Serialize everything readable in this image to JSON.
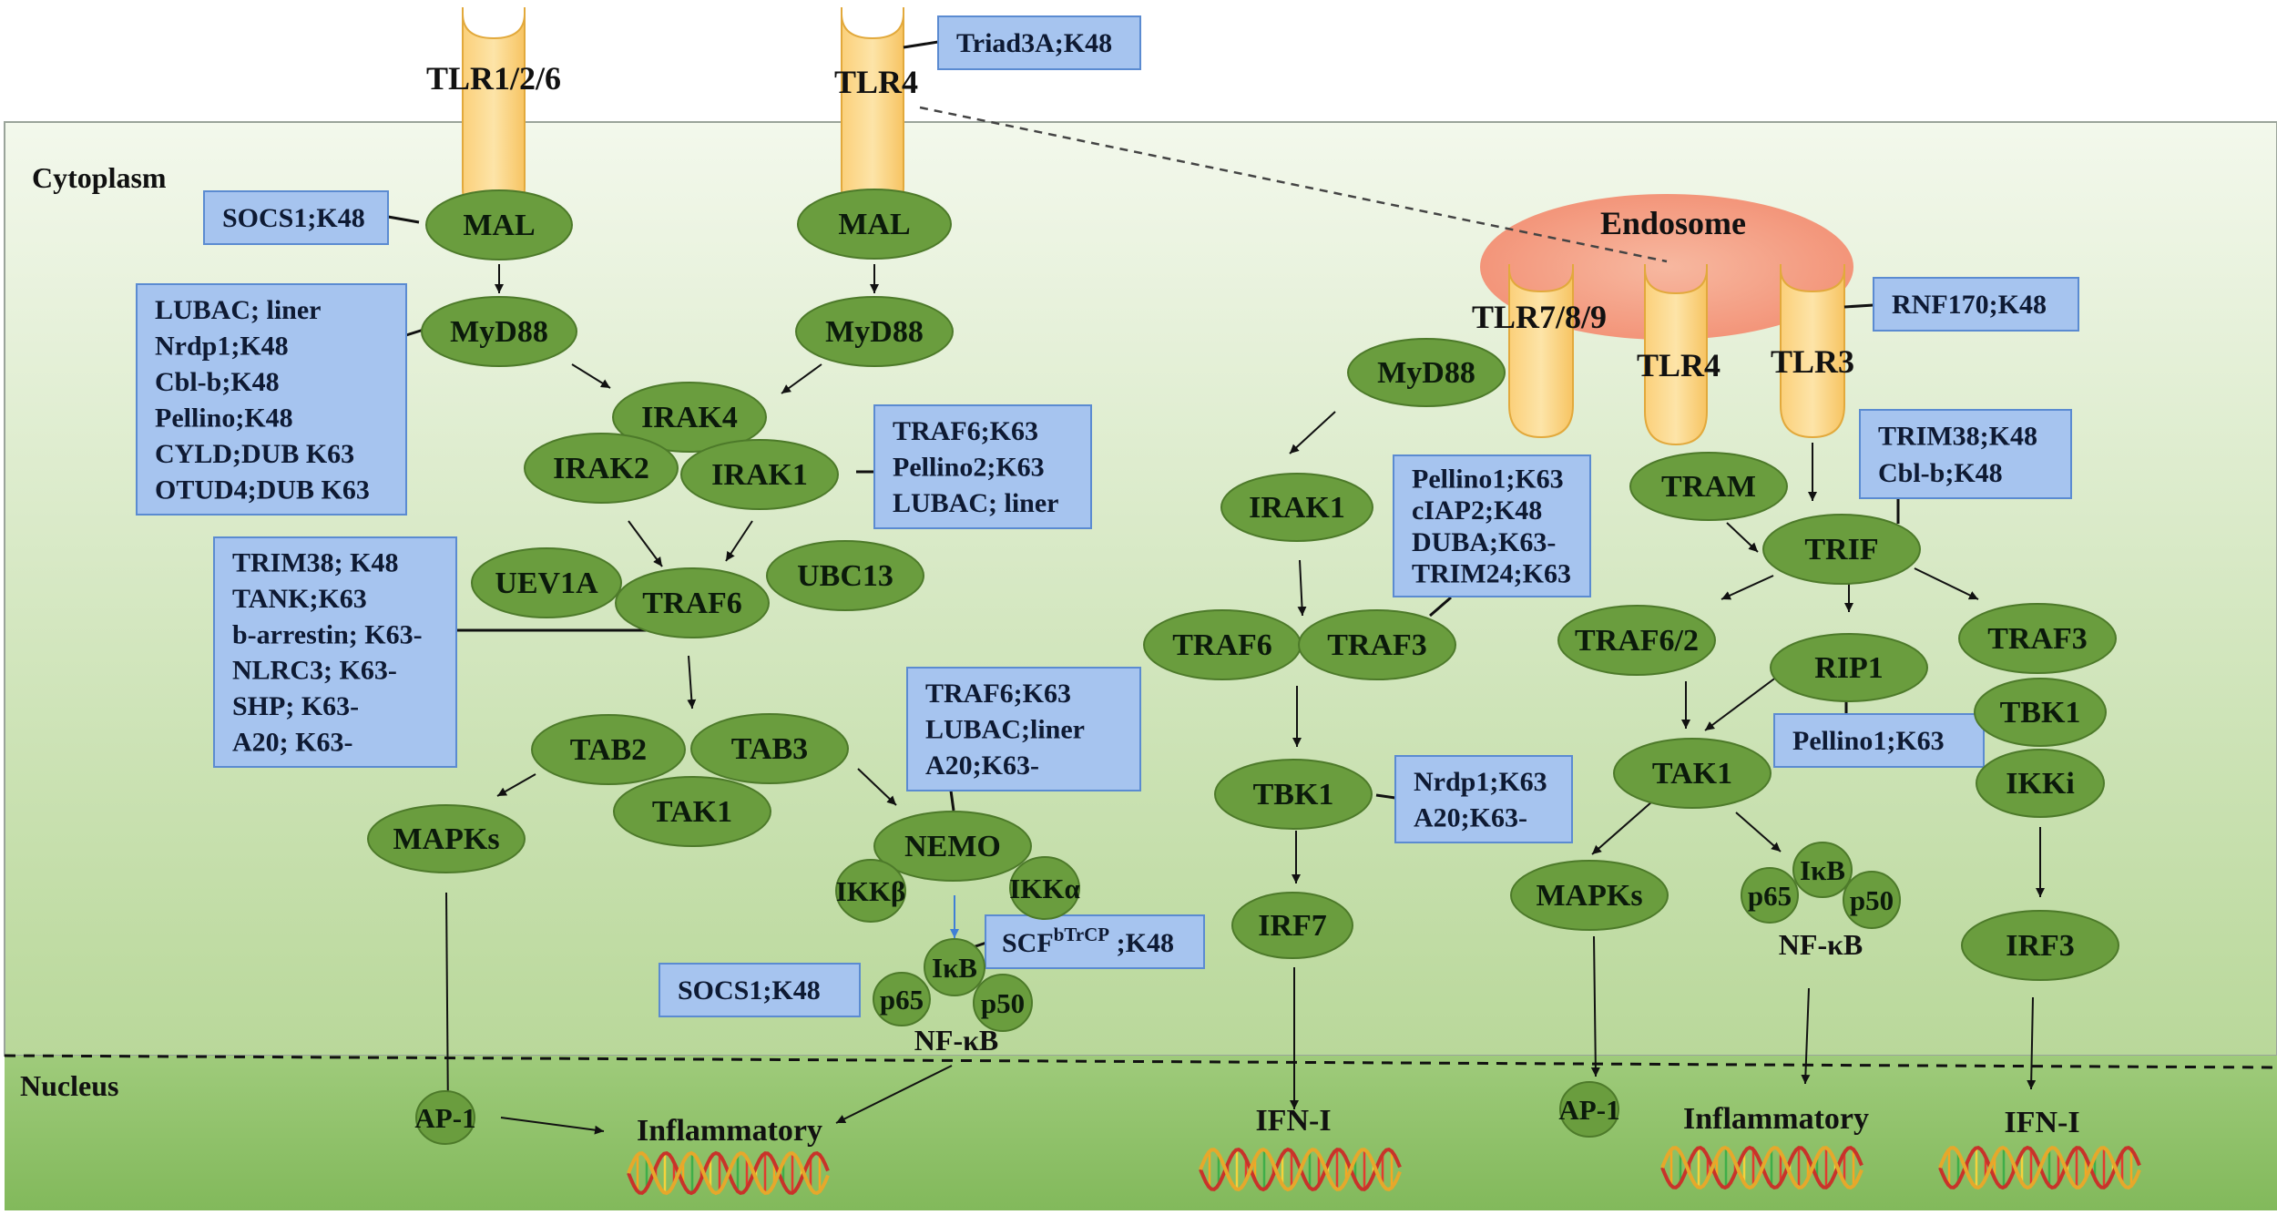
{
  "regions": {
    "cytoplasm": "Cytoplasm",
    "nucleus": "Nucleus",
    "endosome": "Endosome"
  },
  "receptors": {
    "tlr126": "TLR1/2/6",
    "tlr4_surface": "TLR4",
    "tlr789": "TLR7/8/9",
    "tlr4_endo": "TLR4",
    "tlr3": "TLR3"
  },
  "nodes": {
    "mal1": "MAL",
    "mal2": "MAL",
    "myd88_1": "MyD88",
    "myd88_2": "MyD88",
    "irak4": "IRAK4",
    "irak2": "IRAK2",
    "irak1_left": "IRAK1",
    "uev1a": "UEV1A",
    "traf6_left": "TRAF6",
    "ubc13": "UBC13",
    "tab2": "TAB2",
    "tab3": "TAB3",
    "tak1_left": "TAK1",
    "mapks_left": "MAPKs",
    "nemo": "NEMO",
    "ikkb": "IKKβ",
    "ikka": "IKKα",
    "ikb_left": "IκB",
    "p65_left": "p65",
    "p50_left": "p50",
    "ap1_left": "AP-1",
    "myd88_3": "MyD88",
    "irak1_mid": "IRAK1",
    "traf6_mid": "TRAF6",
    "traf3_mid": "TRAF3",
    "tbk1_mid": "TBK1",
    "irf7": "IRF7",
    "tram": "TRAM",
    "trif": "TRIF",
    "traf62": "TRAF6/2",
    "rip1": "RIP1",
    "traf3_right": "TRAF3",
    "tbk1_right": "TBK1",
    "ikki": "IKKi",
    "tak1_right": "TAK1",
    "mapks_right": "MAPKs",
    "ikb_right": "IκB",
    "p65_right": "p65",
    "p50_right": "p50",
    "irf3": "IRF3",
    "ap1_right": "AP-1"
  },
  "labels": {
    "nfkb_left": "NF-κB",
    "nfkb_right": "NF-κB",
    "inflammatory_left": "Inflammatory",
    "inflammatory_right": "Inflammatory",
    "ifn_mid": "IFN-I",
    "ifn_right": "IFN-I"
  },
  "boxes": {
    "triad3a": [
      "Triad3A;K48"
    ],
    "socs1_top": [
      "SOCS1;K48"
    ],
    "lubac_group": [
      "LUBAC; liner",
      "Nrdp1;K48",
      "Cbl-b;K48",
      "Pellino;K48",
      "CYLD;DUB K63",
      "OTUD4;DUB K63"
    ],
    "traf6_pellino2": [
      "TRAF6;K63",
      "Pellino2;K63",
      "LUBAC; liner"
    ],
    "trim38_group": [
      "TRIM38; K48",
      "TANK;K63",
      "b-arrestin; K63-",
      "NLRC3; K63-",
      "SHP; K63-",
      "A20; K63-"
    ],
    "traf6_lubac_a20": [
      "TRAF6;K63",
      "LUBAC;liner",
      "A20;K63-"
    ],
    "scf": {
      "main": "SCF",
      "sup": "bTrCP",
      "rest": " ;K48"
    },
    "socs1_bottom": [
      "SOCS1;K48"
    ],
    "pellino1_group": [
      "Pellino1;K63",
      "cIAP2;K48",
      "DUBA;K63-",
      "TRIM24;K63"
    ],
    "nrdp1_a20": [
      "Nrdp1;K63",
      "A20;K63-"
    ],
    "rnf170": [
      "RNF170;K48"
    ],
    "trim38_cblb": [
      "TRIM38;K48",
      "Cbl-b;K48"
    ],
    "pellino1_right": [
      "Pellino1;K63"
    ]
  },
  "colors": {
    "node_fill": "#6a9d3e",
    "node_stroke": "#4d7a2a",
    "box_fill": "#a6c4ef",
    "box_stroke": "#5b8bd1",
    "receptor_fill": "#fcd88a",
    "receptor_stroke": "#e0a838",
    "endosome_fill": "#f4a68e",
    "cytoplasm_top": "#f1f7ea",
    "cytoplasm_bottom": "#bddb9f",
    "nucleus_fill": "#8fc26a"
  }
}
